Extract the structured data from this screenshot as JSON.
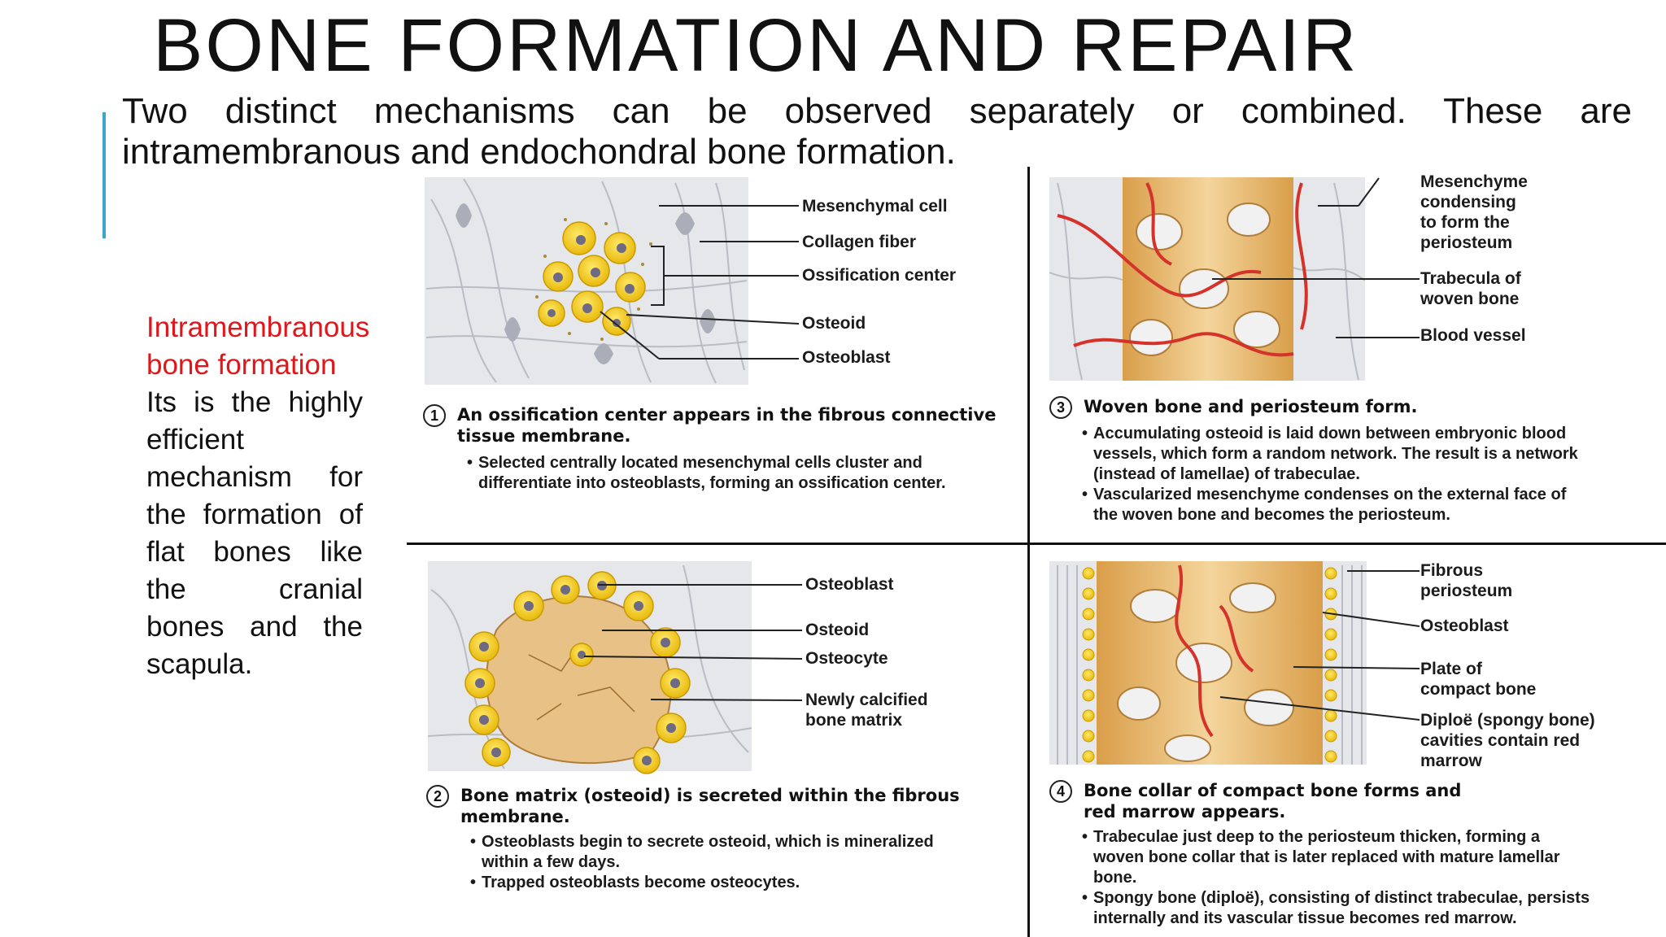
{
  "title": "BONE FORMATION AND REPAIR",
  "intro": "Two distinct mechanisms can be observed separately or combined. These are intramembranous and endochondral bone formation.",
  "side": {
    "heading": "Intramembranous bone formation",
    "body": "Its is the highly efficient mechanism for the formation of flat bones like the cranial bones and the scapula."
  },
  "colors": {
    "accent_bar": "#3aa5cf",
    "heading_red": "#e0161b",
    "osteoblast_yellow": "#f4d21b",
    "bone_tan": "#e9c07a",
    "vessel_red": "#d4322a"
  },
  "figure": {
    "panels": [
      {
        "number": "1",
        "labels": [
          "Mesenchymal cell",
          "Collagen fiber",
          "Ossification center",
          "Osteoid",
          "Osteoblast"
        ],
        "title": "An ossification center appears in the fibrous connective\ntissue membrane.",
        "bullets": [
          "Selected centrally located mesenchymal cells cluster and\ndifferentiate into osteoblasts, forming an ossification center."
        ]
      },
      {
        "number": "2",
        "labels": [
          "Osteoblast",
          "Osteoid",
          "Osteocyte",
          "Newly calcified\nbone matrix"
        ],
        "title": "Bone matrix (osteoid) is secreted within the fibrous\nmembrane.",
        "bullets": [
          "Osteoblasts begin to secrete osteoid, which is mineralized\nwithin a few days.",
          "Trapped osteoblasts become osteocytes."
        ]
      },
      {
        "number": "3",
        "labels": [
          "Mesenchyme\ncondensing\nto form the\nperiosteum",
          "Trabecula of\nwoven bone",
          "Blood vessel"
        ],
        "title": "Woven bone and periosteum form.",
        "bullets": [
          "Accumulating osteoid is laid down between embryonic blood\nvessels, which form a random network. The result is a network\n(instead of lamellae) of trabeculae.",
          "Vascularized mesenchyme condenses on the external face of\nthe woven bone and becomes the periosteum."
        ]
      },
      {
        "number": "4",
        "labels": [
          "Fibrous\nperiosteum",
          "Osteoblast",
          "Plate of\ncompact bone",
          "Diploë (spongy bone)\ncavities contain red\nmarrow"
        ],
        "title": "Bone collar of compact bone forms and\nred marrow appears.",
        "bullets": [
          "Trabeculae just deep to the periosteum thicken, forming a\nwoven bone collar that is later replaced with mature lamellar\nbone.",
          "Spongy bone (diploë), consisting of distinct trabeculae, persists\ninternally and its vascular tissue becomes red marrow."
        ]
      }
    ]
  }
}
